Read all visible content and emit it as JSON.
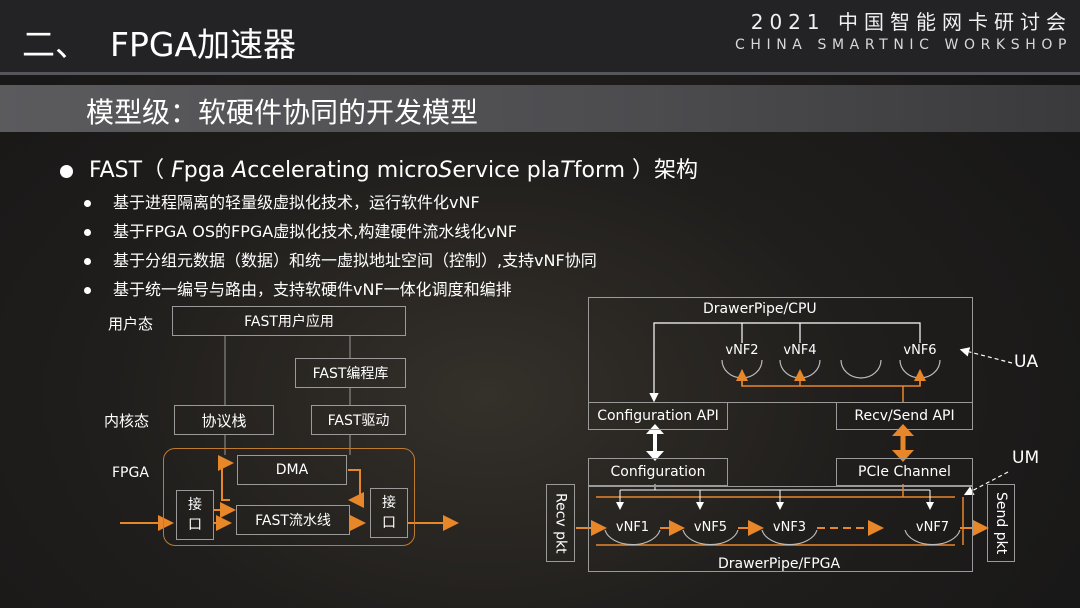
{
  "header": {
    "section_number": "二、",
    "section_title": "FPGA加速器",
    "brand_main": "2021 中国智能网卡研讨会",
    "brand_sub": "CHINA SMARTNIC WORKSHOP"
  },
  "subtitle": "模型级：软硬件协同的开发模型",
  "bullet": {
    "prefix": "FAST（ ",
    "f": "F",
    "pga": "pga ",
    "a": "A",
    "ccel": "ccelerating micro",
    "s": "S",
    "ervice": "ervice pla",
    "t": "T",
    "form": "form ）架构"
  },
  "sub_bullets": [
    "基于进程隔离的轻量级虚拟化技术，运行软件化vNF",
    "基于FPGA OS的FPGA虚拟化技术,构建硬件流水线化vNF",
    "基于分组元数据（数据）和统一虚拟地址空间（控制）,支持vNF协同",
    "基于统一编号与路由，支持软硬件vNF一体化调度和编排"
  ],
  "left_diagram": {
    "user_mode": "用户态",
    "kernel_mode": "内核态",
    "fpga": "FPGA",
    "fast_app": "FAST用户应用",
    "fast_lib": "FAST编程库",
    "protocol_stack": "协议栈",
    "fast_driver": "FAST驱动",
    "dma": "DMA",
    "port_left": "接口",
    "pipeline": "FAST流水线",
    "port_right": "接口"
  },
  "right_diagram": {
    "cpu_title": "DrawerPipe/CPU",
    "fpga_title": "DrawerPipe/FPGA",
    "cpu_vnfs": [
      "vNF2",
      "vNF4",
      "",
      "vNF6"
    ],
    "config_api": "Configuration API",
    "recv_send_api": "Recv/Send API",
    "configuration": "Configuration",
    "pcie": "PCIe Channel",
    "recv_pkt": "Recv pkt",
    "send_pkt": "Send pkt",
    "fpga_vnfs": [
      "vNF1",
      "vNF5",
      "vNF3",
      "vNF7"
    ],
    "ua": "UA",
    "um": "UM"
  },
  "colors": {
    "accent": "#e8862a",
    "frame": "#c07a30",
    "box_border": "#9a9a9a"
  }
}
